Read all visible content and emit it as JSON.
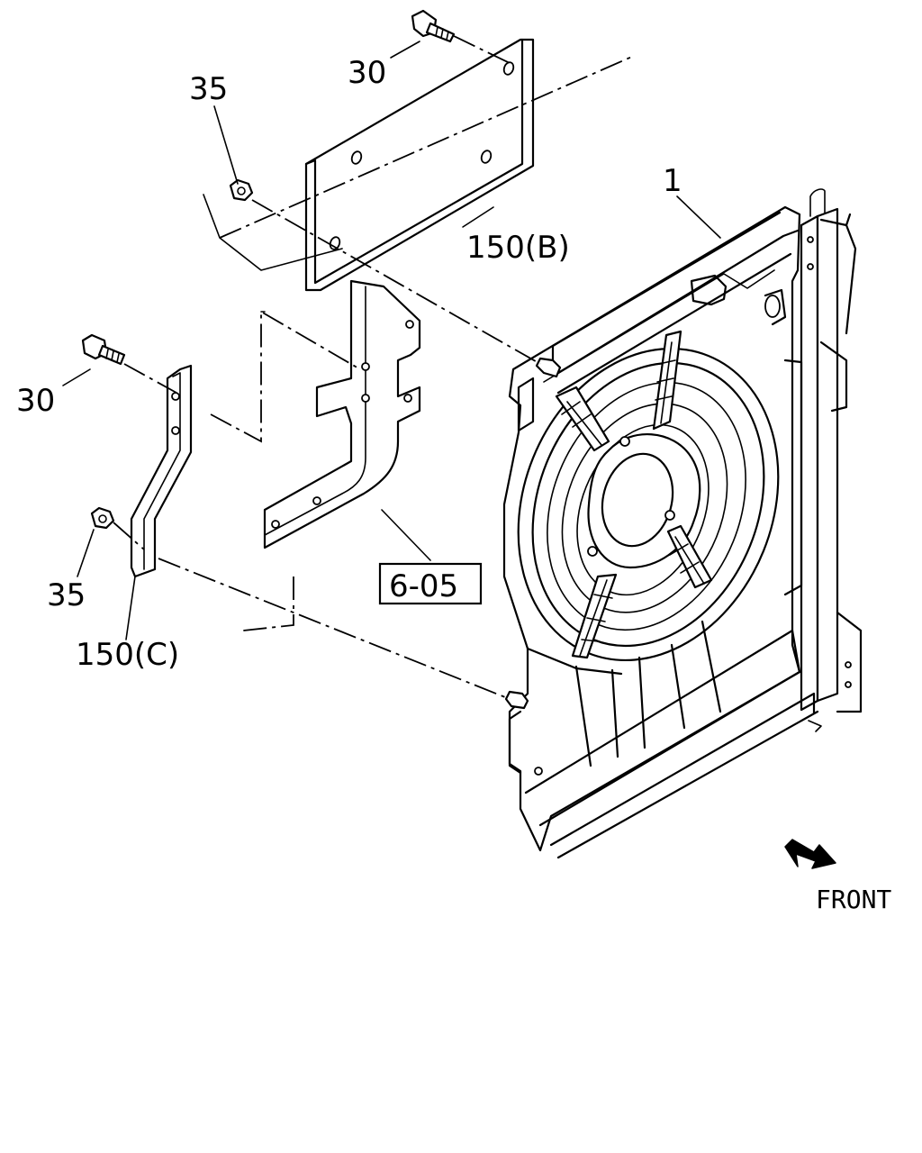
{
  "callouts": {
    "bolt_top": "30",
    "nut_top": "35",
    "bracket_b": "150(B)",
    "assembly": "1",
    "bolt_left": "30",
    "nut_left": "35",
    "bracket_c": "150(C)",
    "reference": "6-05"
  },
  "orientation": {
    "label": "FRONT"
  }
}
